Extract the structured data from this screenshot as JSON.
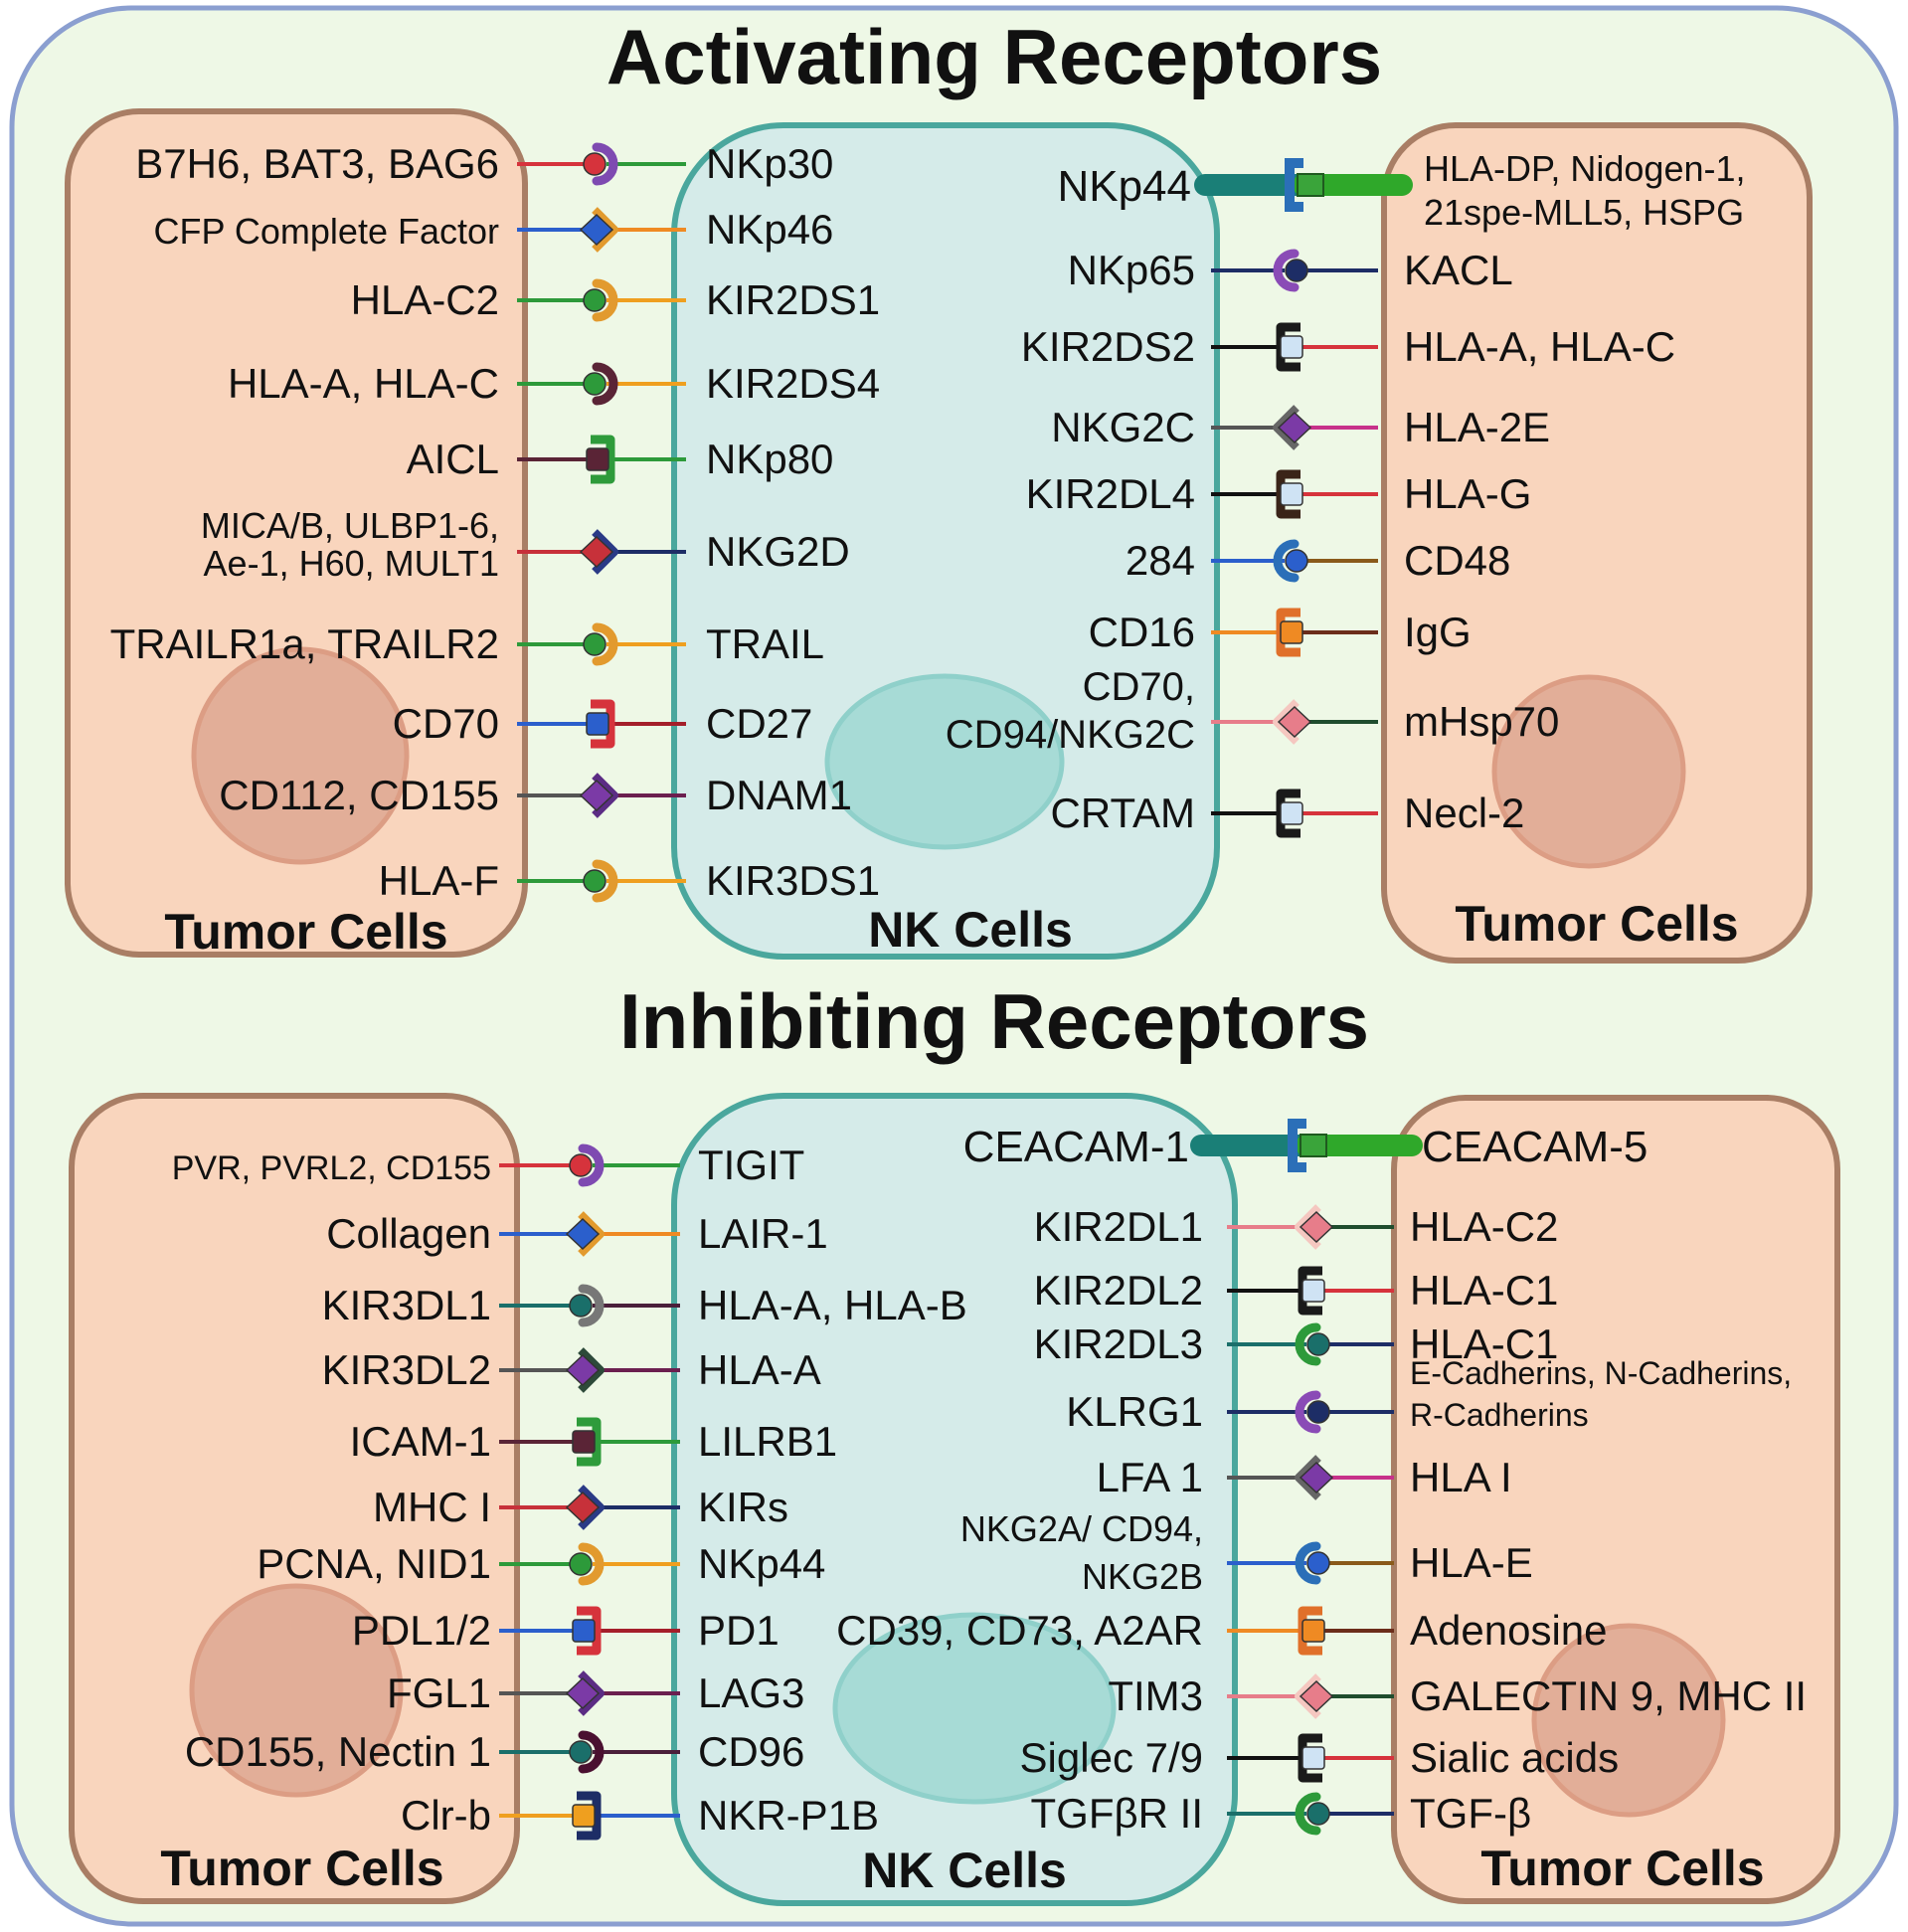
{
  "titles": {
    "activating": "Activating Receptors",
    "inhibiting": "Inhibiting Receptors"
  },
  "labels": {
    "tumor_cells": "Tumor Cells",
    "nk_cells": "NK Cells"
  },
  "colors": {
    "background": "#eef8e6",
    "outer_border": "#8b9fd0",
    "tumor_fill": "#f9d5bd",
    "tumor_border": "#a97e65",
    "tumor_nucleus": "#e2ae98",
    "nk_fill": "#d5ebe9",
    "nk_border": "#4aa79d",
    "nk_nucleus": "#a7dbd6"
  },
  "activating": {
    "left_pairs": [
      {
        "ligand": "B7H6, BAT3, BAG6",
        "receptor": "NKp30",
        "shape": "circle-cup",
        "lc": "#d6333c",
        "rc": "#2d9a3a",
        "sc": "#7e4ab1"
      },
      {
        "ligand": "CFP Complete Factor",
        "receptor": "NKp46",
        "shape": "diamond-v",
        "lc": "#2b5fcc",
        "rc": "#ef8a23",
        "sc": "#e29a2e"
      },
      {
        "ligand": "HLA-C2",
        "receptor": "KIR2DS1",
        "shape": "circle-cup",
        "lc": "#2d9a3a",
        "rc": "#ef9f1f",
        "sc": "#e29a2e"
      },
      {
        "ligand": "HLA-A, HLA-C",
        "receptor": "KIR2DS4",
        "shape": "circle-cup",
        "lc": "#2d9a3a",
        "rc": "#ef9f1f",
        "sc": "#5a2436"
      },
      {
        "ligand": "AICL",
        "receptor": "NKp80",
        "shape": "square-bracket",
        "lc": "#5a2436",
        "rc": "#2d9a3a",
        "sc": "#2e9b3b"
      },
      {
        "ligand": "MICA/B, ULBP1-6,",
        "ligand2": "Ae-1, H60, MULT1",
        "receptor": "NKG2D",
        "shape": "diamond-v",
        "lc": "#c7313a",
        "rc": "#1d2d66",
        "sc": "#2a3a86"
      },
      {
        "ligand": "TRAILR1a, TRAILR2",
        "receptor": "TRAIL",
        "shape": "circle-cup",
        "lc": "#2d9a3a",
        "rc": "#ef9f1f",
        "sc": "#e29a2e"
      },
      {
        "ligand": "CD70",
        "receptor": "CD27",
        "shape": "square-bracket",
        "lc": "#2b5fcc",
        "rc": "#a41f2a",
        "sc": "#d6333c"
      },
      {
        "ligand": "CD112, CD155",
        "receptor": "DNAM1",
        "shape": "diamond-v",
        "lc": "#555555",
        "rc": "#6b1f4f",
        "sc": "#5b2c84"
      },
      {
        "ligand": "HLA-F",
        "receptor": "KIR3DS1",
        "shape": "circle-cup",
        "lc": "#2d9a3a",
        "rc": "#ef9f1f",
        "sc": "#e29a2e"
      }
    ],
    "right_pairs": [
      {
        "receptor": "NKp65",
        "ligand": "KACL",
        "shape": "circle-cup",
        "lc": "#1d2d66",
        "rc": "#1d2d66",
        "sc": "#8a4bb6"
      },
      {
        "receptor": "KIR2DS2",
        "ligand": "HLA-A, HLA-C",
        "shape": "square-bracket",
        "lc": "#111111",
        "rc": "#d6333c",
        "sc": "#1a1a1a"
      },
      {
        "receptor": "NKG2C",
        "ligand": "HLA-2E",
        "shape": "diamond-v",
        "lc": "#555555",
        "rc": "#c7318a",
        "sc": "#666666"
      },
      {
        "receptor": "KIR2DL4",
        "ligand": "HLA-G",
        "shape": "square-bracket",
        "lc": "#111111",
        "rc": "#d6333c",
        "sc": "#3a2418"
      },
      {
        "receptor": "284",
        "ligand": "CD48",
        "shape": "circle-cup",
        "lc": "#2b5fcc",
        "rc": "#8a5a1a",
        "sc": "#2b6fb8"
      },
      {
        "receptor": "CD16",
        "ligand": "IgG",
        "shape": "square-bracket",
        "lc": "#ef8a23",
        "rc": "#6b2d1a",
        "sc": "#e0702a"
      },
      {
        "receptor": "CD70,",
        "receptor2": "CD94/NKG2C",
        "ligand": "mHsp70",
        "shape": "diamond-v",
        "lc": "#e77d8a",
        "rc": "#1f4d2e",
        "sc": "#f5c7c0"
      },
      {
        "receptor": "CRTAM",
        "ligand": "Necl-2",
        "shape": "square-bracket",
        "lc": "#111111",
        "rc": "#d6333c",
        "sc": "#1a1a1a"
      }
    ],
    "bar": {
      "receptor": "NKp44",
      "ligand_line1": "HLA-DP, Nidogen-1,",
      "ligand_line2": "21spe-MLL5, HSPG"
    }
  },
  "inhibiting": {
    "left_pairs": [
      {
        "ligand": "PVR, PVRL2, CD155",
        "receptor": "TIGIT",
        "shape": "circle-cup",
        "lc": "#d6333c",
        "rc": "#2d9a3a",
        "sc": "#7e4ab1"
      },
      {
        "ligand": "Collagen",
        "receptor": "LAIR-1",
        "shape": "diamond-v",
        "lc": "#2b5fcc",
        "rc": "#ef8a23",
        "sc": "#e29a2e"
      },
      {
        "ligand": "KIR3DL1",
        "receptor": "HLA-A, HLA-B",
        "shape": "circle-cup",
        "lc": "#1a6f6a",
        "rc": "#4a1f3a",
        "sc": "#777777"
      },
      {
        "ligand": "KIR3DL2",
        "receptor": "HLA-A",
        "shape": "diamond-v",
        "lc": "#555555",
        "rc": "#6b1f4f",
        "sc": "#2d4a3a"
      },
      {
        "ligand": "ICAM-1",
        "receptor": "LILRB1",
        "shape": "square-bracket",
        "lc": "#5a2436",
        "rc": "#2d9a3a",
        "sc": "#2e9b3b"
      },
      {
        "ligand": "MHC I",
        "receptor": "KIRs",
        "shape": "diamond-v",
        "lc": "#c7313a",
        "rc": "#1d2d66",
        "sc": "#2a3a86"
      },
      {
        "ligand": "PCNA, NID1",
        "receptor": "NKp44",
        "shape": "circle-cup",
        "lc": "#2d9a3a",
        "rc": "#ef9f1f",
        "sc": "#e29a2e"
      },
      {
        "ligand": "PDL1/2",
        "receptor": "PD1",
        "shape": "square-bracket",
        "lc": "#2b5fcc",
        "rc": "#a41f2a",
        "sc": "#d6333c"
      },
      {
        "ligand": "FGL1",
        "receptor": "LAG3",
        "shape": "diamond-v",
        "lc": "#555555",
        "rc": "#6b1f4f",
        "sc": "#5b2c84"
      },
      {
        "ligand": "CD155, Nectin 1",
        "receptor": "CD96",
        "shape": "circle-cup",
        "lc": "#1a6f6a",
        "rc": "#4a1f3a",
        "sc": "#4a1030"
      },
      {
        "ligand": "Clr-b",
        "receptor": "NKR-P1B",
        "shape": "square-bracket",
        "lc": "#ef9f1f",
        "rc": "#2b5fcc",
        "sc": "#1d2d66"
      }
    ],
    "right_pairs": [
      {
        "receptor": "KIR2DL1",
        "ligand": "HLA-C2",
        "shape": "diamond-v",
        "lc": "#e77d8a",
        "rc": "#1f4d2e",
        "sc": "#f5c7c0"
      },
      {
        "receptor": "KIR2DL2",
        "ligand": "HLA-C1",
        "shape": "square-bracket",
        "lc": "#111111",
        "rc": "#d6333c",
        "sc": "#1a1a1a"
      },
      {
        "receptor": "KIR2DL3",
        "ligand": "HLA-C1",
        "shape": "circle-cup",
        "lc": "#1a6f6a",
        "rc": "#1d2d66",
        "sc": "#2d9a3a"
      },
      {
        "receptor": "KLRG1",
        "ligand": "E-Cadherins, N-Cadherins,",
        "ligand2": "R-Cadherins",
        "shape": "circle-cup",
        "lc": "#1d2d66",
        "rc": "#1d2d66",
        "sc": "#8a4bb6"
      },
      {
        "receptor": "LFA 1",
        "ligand": "HLA I",
        "shape": "diamond-v",
        "lc": "#555555",
        "rc": "#c7318a",
        "sc": "#666666"
      },
      {
        "receptor": "NKG2A/ CD94,",
        "receptor2": "NKG2B",
        "ligand": "HLA-E",
        "shape": "circle-cup",
        "lc": "#2b5fcc",
        "rc": "#8a5a1a",
        "sc": "#2b6fb8"
      },
      {
        "receptor": "CD39, CD73, A2AR",
        "ligand": "Adenosine",
        "shape": "square-bracket",
        "lc": "#ef8a23",
        "rc": "#6b2d1a",
        "sc": "#e0702a"
      },
      {
        "receptor": "TIM3",
        "ligand": "GALECTIN 9, MHC II",
        "shape": "diamond-v",
        "lc": "#e77d8a",
        "rc": "#1f4d2e",
        "sc": "#f5c7c0"
      },
      {
        "receptor": "Siglec 7/9",
        "ligand": "Sialic acids",
        "shape": "square-bracket",
        "lc": "#111111",
        "rc": "#d6333c",
        "sc": "#1a1a1a"
      },
      {
        "receptor": "TGFβR II",
        "ligand": "TGF-β",
        "shape": "circle-cup",
        "lc": "#1a6f6a",
        "rc": "#1d2d66",
        "sc": "#2d9a3a"
      }
    ],
    "bar": {
      "receptor": "CEACAM-1",
      "ligand_line1": "CEACAM-5",
      "ligand_line2": ""
    }
  }
}
